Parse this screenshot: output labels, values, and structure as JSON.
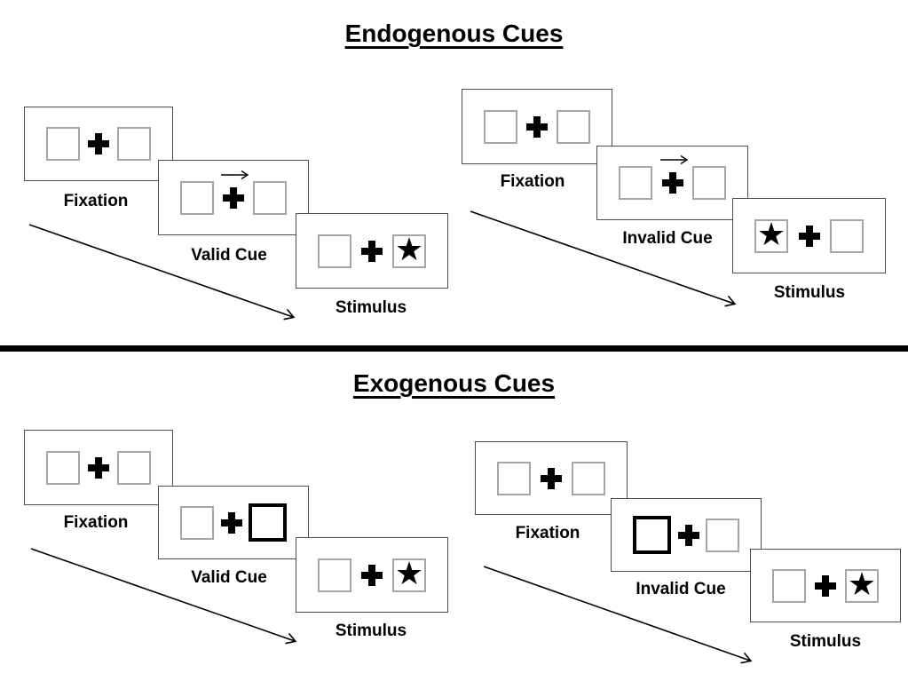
{
  "glyphs": {
    "star": "★"
  },
  "colors": {
    "panel_border": "#4d4d4d",
    "box_border": "#a6a6a6",
    "cue_box_border": "#000000",
    "divider": "#000000",
    "text": "#000000"
  },
  "sections": [
    {
      "title": "Endogenous Cues",
      "sequences": [
        {
          "name": "valid-cue-sequence",
          "panels": [
            {
              "label": "Fixation",
              "left_box": "empty",
              "right_box": "empty",
              "cue_arrow": false
            },
            {
              "label": "Valid Cue",
              "left_box": "empty",
              "right_box": "empty",
              "cue_arrow": true,
              "cue_direction": "right"
            },
            {
              "label": "Stimulus",
              "left_box": "empty",
              "right_box": "star",
              "cue_arrow": false
            }
          ]
        },
        {
          "name": "invalid-cue-sequence",
          "panels": [
            {
              "label": "Fixation",
              "left_box": "empty",
              "right_box": "empty",
              "cue_arrow": false
            },
            {
              "label": "Invalid Cue",
              "left_box": "empty",
              "right_box": "empty",
              "cue_arrow": true,
              "cue_direction": "right"
            },
            {
              "label": "Stimulus",
              "left_box": "star",
              "right_box": "empty",
              "cue_arrow": false
            }
          ]
        }
      ]
    },
    {
      "title": "Exogenous Cues",
      "sequences": [
        {
          "name": "valid-cue-sequence",
          "panels": [
            {
              "label": "Fixation",
              "left_box": "empty",
              "right_box": "empty"
            },
            {
              "label": "Valid Cue",
              "left_box": "empty",
              "right_box": "highlighted"
            },
            {
              "label": "Stimulus",
              "left_box": "empty",
              "right_box": "star"
            }
          ]
        },
        {
          "name": "invalid-cue-sequence",
          "panels": [
            {
              "label": "Fixation",
              "left_box": "empty",
              "right_box": "empty"
            },
            {
              "label": "Invalid Cue",
              "left_box": "highlighted",
              "right_box": "empty"
            },
            {
              "label": "Stimulus",
              "left_box": "empty",
              "right_box": "star"
            }
          ]
        }
      ]
    }
  ]
}
